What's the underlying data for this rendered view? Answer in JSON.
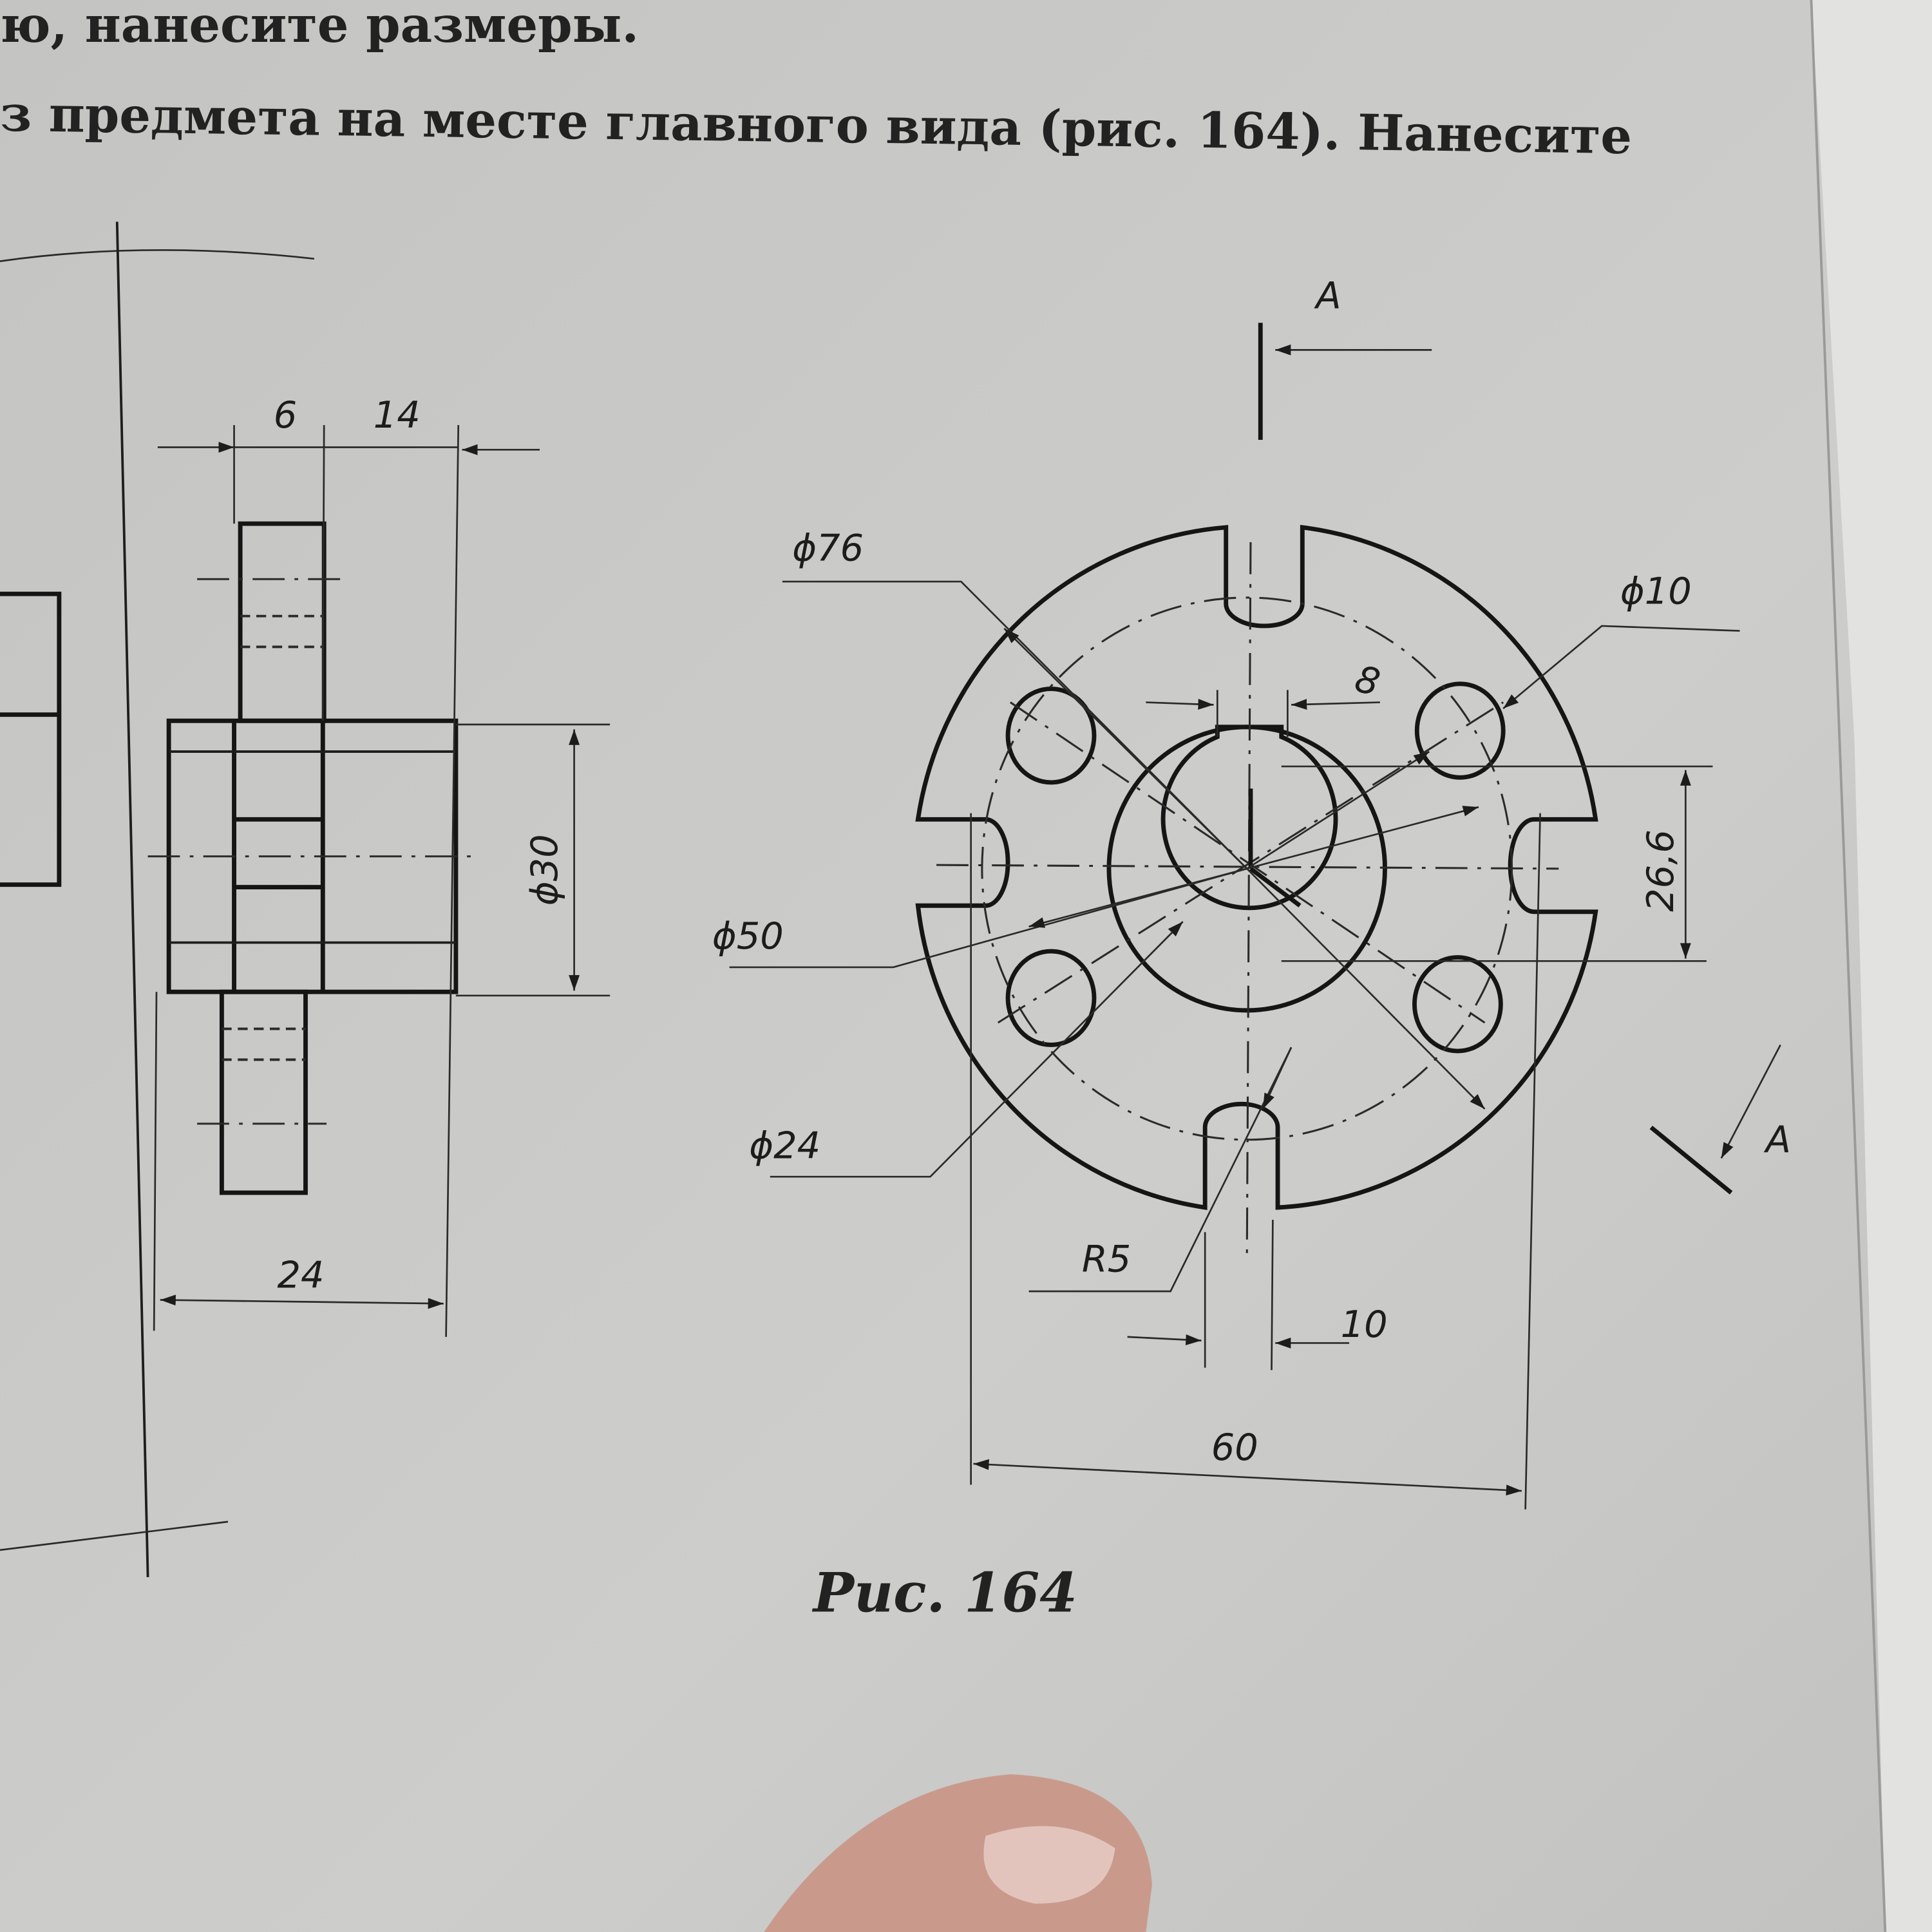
{
  "text": {
    "line1": "ю, нанесите размеры.",
    "line2": "з предмета на месте главного вида (рис. 164). Нанесите"
  },
  "side_view": {
    "dim_6": "6",
    "dim_14": "14",
    "dim_d30": "ϕ30",
    "dim_24": "24"
  },
  "front_view": {
    "section_label_top": "A",
    "section_label_right": "A",
    "dim_d76": "ϕ76",
    "dim_d10": "ϕ10",
    "dim_8": "8",
    "dim_26_6": "26,6",
    "dim_d50": "ϕ50",
    "dim_d24": "ϕ24",
    "dim_r5": "R5",
    "dim_10": "10",
    "dim_60": "60"
  },
  "caption": "Рис. 164"
}
